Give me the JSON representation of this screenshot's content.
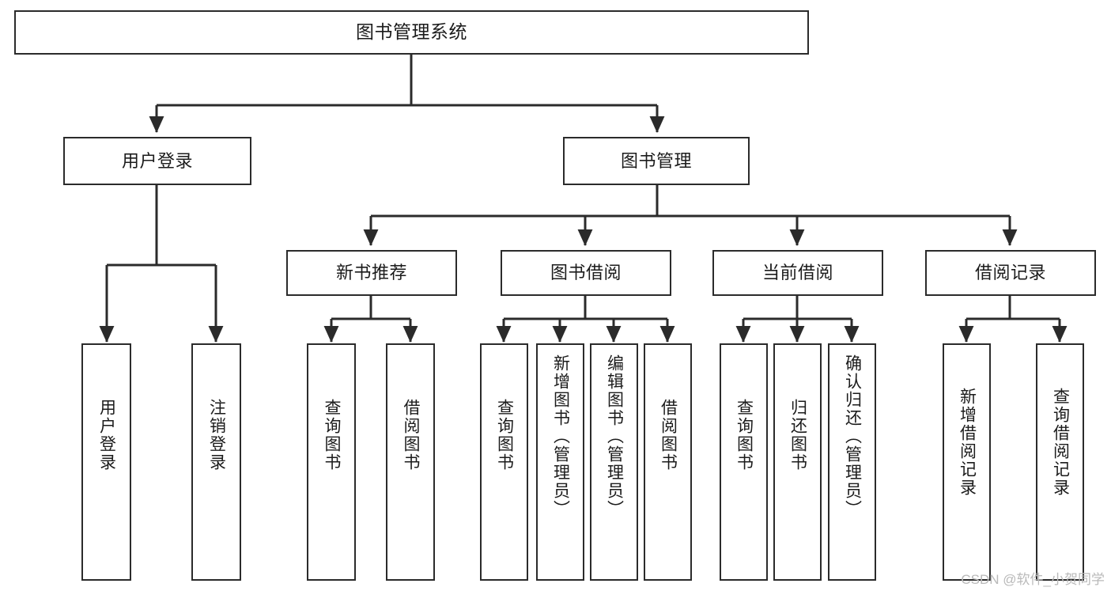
{
  "diagram": {
    "type": "tree",
    "title": "图书管理系统",
    "orientation": "top-down",
    "colors": {
      "box_border": "#2b2b2b",
      "box_fill": "#ffffff",
      "edge": "#2b2b2b",
      "text": "#1b1b1b",
      "watermark": "#b9b9b9",
      "background": "#ffffff"
    },
    "root": {
      "id": "root",
      "label": "图书管理系统"
    },
    "level1": [
      {
        "id": "user-login",
        "label": "用户登录"
      },
      {
        "id": "book-management",
        "label": "图书管理"
      }
    ],
    "level2": [
      {
        "id": "new-book-recommend",
        "label": "新书推荐",
        "parent": "book-management"
      },
      {
        "id": "book-borrow",
        "label": "图书借阅",
        "parent": "book-management"
      },
      {
        "id": "current-borrow",
        "label": "当前借阅",
        "parent": "book-management"
      },
      {
        "id": "borrow-record",
        "label": "借阅记录",
        "parent": "book-management"
      }
    ],
    "leaves": {
      "user-login": [
        {
          "id": "leaf-user-login",
          "label": "用户登录"
        },
        {
          "id": "leaf-logout",
          "label": "注销登录"
        }
      ],
      "new-book-recommend": [
        {
          "id": "leaf-query-book-1",
          "label": "查询图书"
        },
        {
          "id": "leaf-borrow-book-1",
          "label": "借阅图书"
        }
      ],
      "book-borrow": [
        {
          "id": "leaf-query-book-2",
          "label": "查询图书"
        },
        {
          "id": "leaf-add-book",
          "label": "新增图书（管理员）"
        },
        {
          "id": "leaf-edit-book",
          "label": "编辑图书（管理员）"
        },
        {
          "id": "leaf-borrow-book-2",
          "label": "借阅图书"
        }
      ],
      "current-borrow": [
        {
          "id": "leaf-query-book-3",
          "label": "查询图书"
        },
        {
          "id": "leaf-return-book",
          "label": "归还图书"
        },
        {
          "id": "leaf-confirm-return",
          "label": "确认归还（管理员）"
        }
      ],
      "borrow-record": [
        {
          "id": "leaf-add-record",
          "label": "新增借阅记录"
        },
        {
          "id": "leaf-query-record",
          "label": "查询借阅记录"
        }
      ]
    }
  },
  "watermark": {
    "text": "CSDN @软件_小贺同学"
  }
}
